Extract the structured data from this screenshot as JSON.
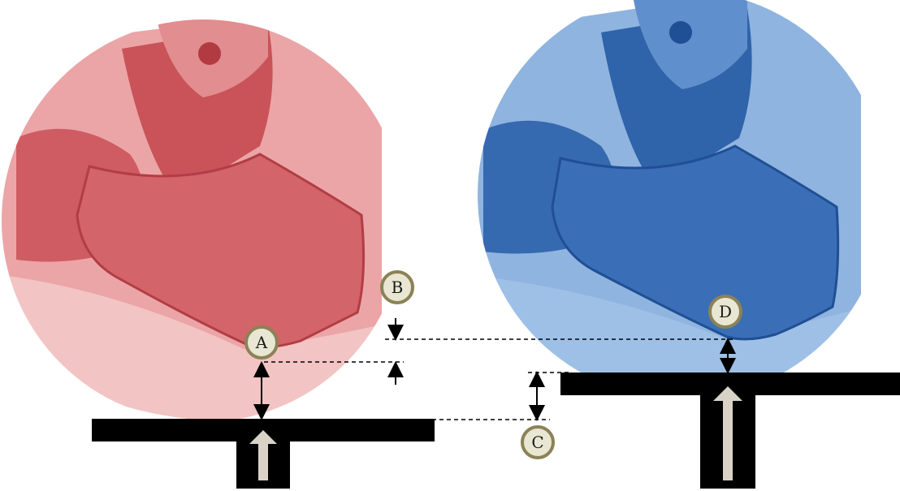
{
  "labels": {
    "a": "A",
    "b": "B",
    "c": "C",
    "d": "D"
  },
  "colors": {
    "left_foot": "#d9686c",
    "left_foot_dark": "#b83c44",
    "left_foot_light": "#eba5a7",
    "right_foot": "#3f78bf",
    "right_foot_dark": "#1f4f94",
    "right_foot_light": "#8fb4df",
    "platform": "#000000",
    "arrow": "#d8d3c6",
    "label_fill": "#e9e7d3",
    "label_ring": "#8b8257"
  }
}
